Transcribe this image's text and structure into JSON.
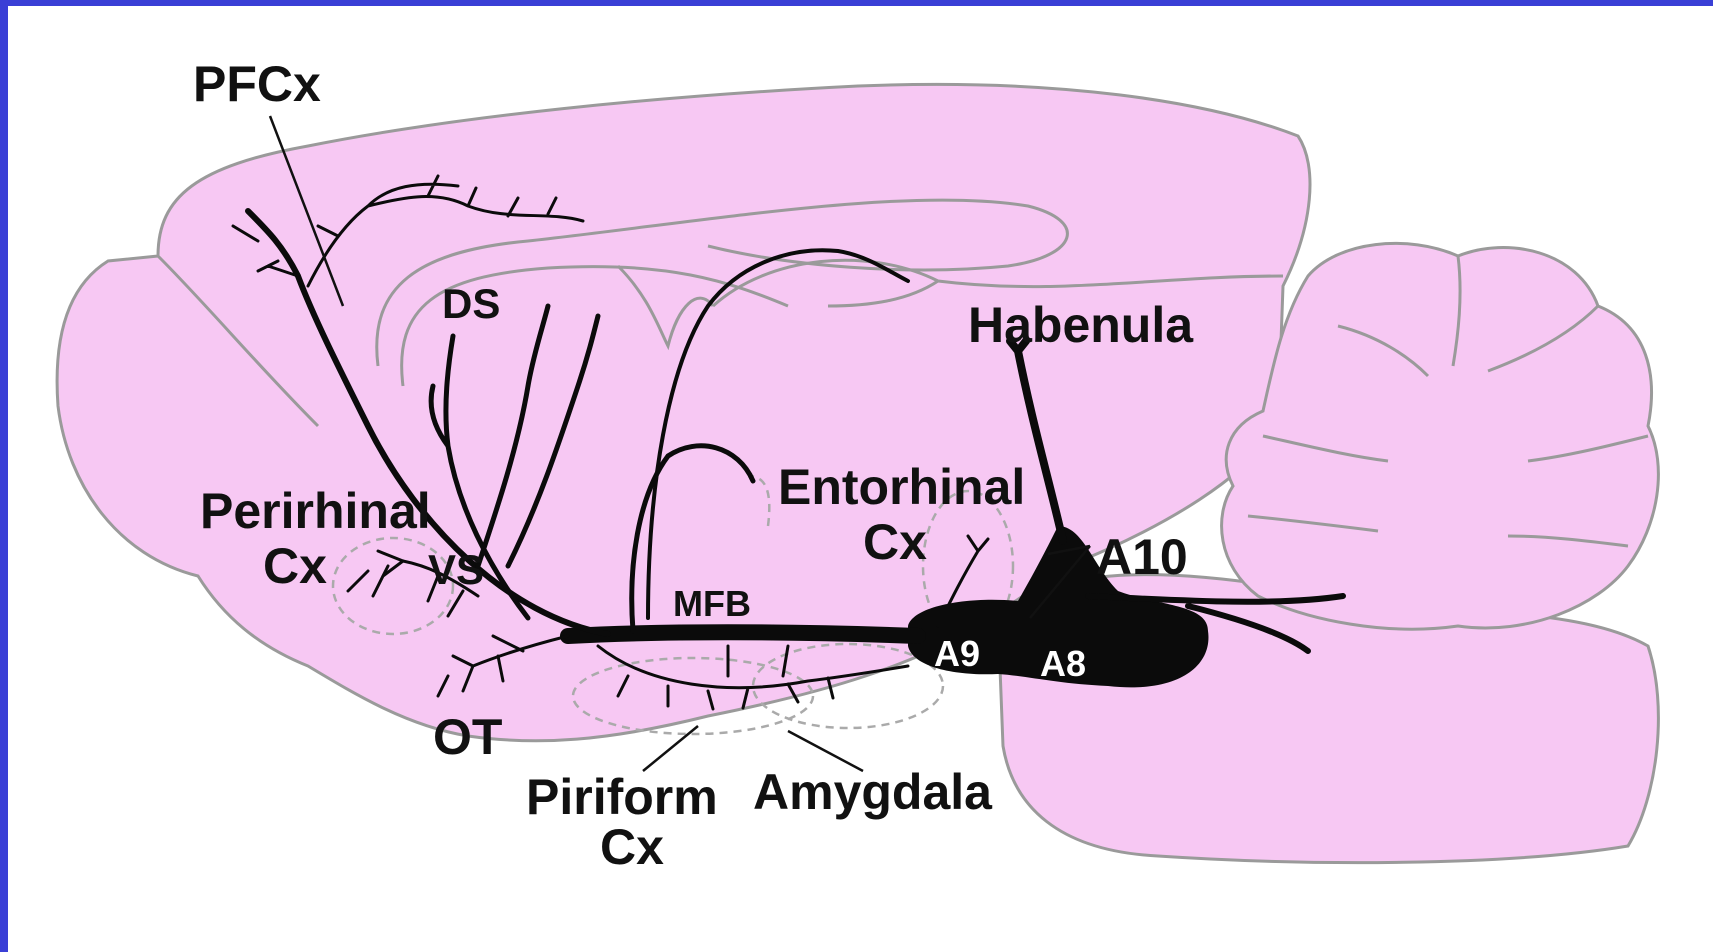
{
  "diagram": {
    "labels": {
      "pfcx": "PFCx",
      "ds": "DS",
      "habenula": "Habenula",
      "entorhinal_line1": "Entorhinal",
      "entorhinal_line2": "Cx",
      "perirhinal_line1": "Perirhinal",
      "perirhinal_line2": "Cx",
      "vs": "VS",
      "mfb": "MFB",
      "a10": "A10",
      "a9": "A9",
      "a8": "A8",
      "ot": "OT",
      "piriform_line1": "Piriform",
      "piriform_line2": "Cx",
      "amygdala": "Amygdala"
    },
    "colors": {
      "brain_fill": "#f7c8f3",
      "border": "#3a3fd6",
      "pathway": "#0b0b0b"
    }
  }
}
